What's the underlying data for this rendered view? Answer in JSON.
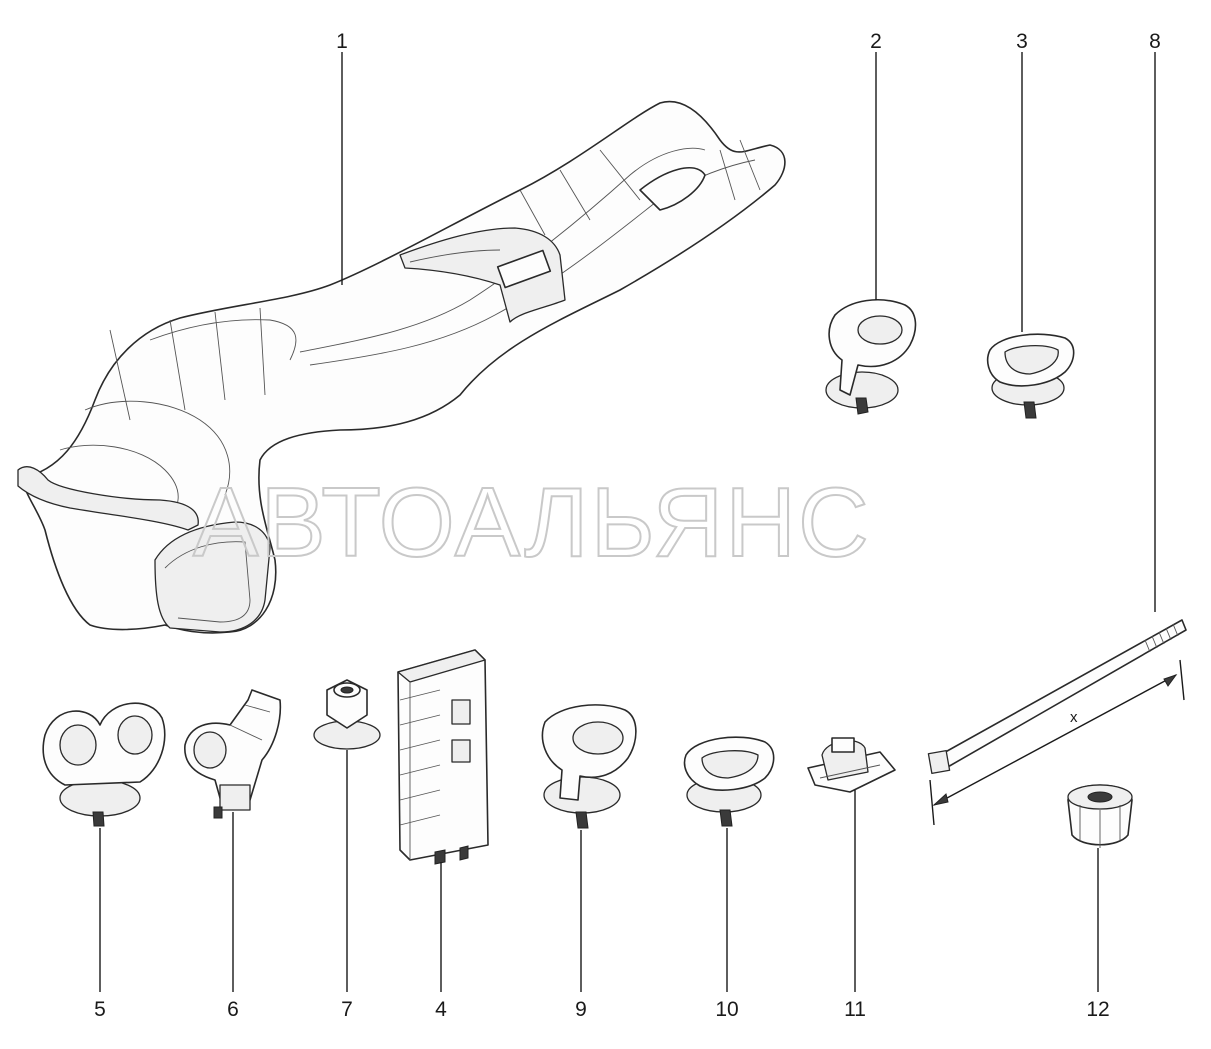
{
  "diagram": {
    "watermark": "АВТОАЛЬЯНС",
    "dimension_label": "x",
    "callouts": [
      {
        "id": "1",
        "label": "1"
      },
      {
        "id": "2",
        "label": "2"
      },
      {
        "id": "3",
        "label": "3"
      },
      {
        "id": "8",
        "label": "8"
      },
      {
        "id": "5",
        "label": "5"
      },
      {
        "id": "6",
        "label": "6"
      },
      {
        "id": "7",
        "label": "7"
      },
      {
        "id": "4",
        "label": "4"
      },
      {
        "id": "9",
        "label": "9"
      },
      {
        "id": "10",
        "label": "10"
      },
      {
        "id": "11",
        "label": "11"
      },
      {
        "id": "12",
        "label": "12"
      }
    ]
  }
}
